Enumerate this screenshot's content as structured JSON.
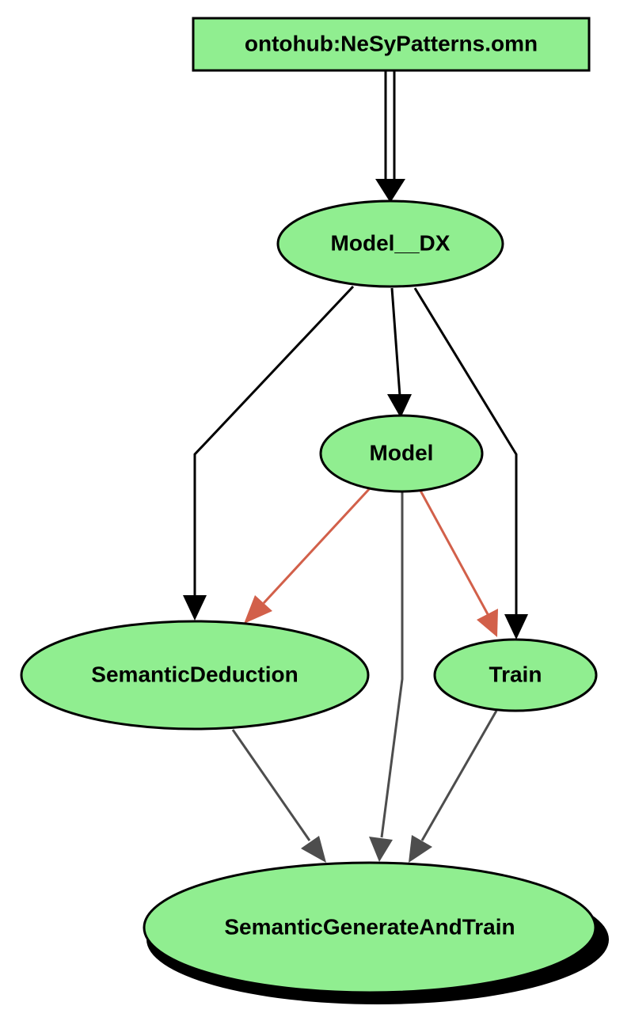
{
  "colors": {
    "node_fill": "#90ee90",
    "node_stroke": "#000000",
    "edge_black": "#000000",
    "edge_red": "#d2604a",
    "edge_gray": "#4d4d4d",
    "shadow": "#000000"
  },
  "nodes": {
    "source": {
      "label": "ontohub:NeSyPatterns.omn",
      "shape": "box"
    },
    "model_dx": {
      "label": "Model__DX",
      "shape": "ellipse"
    },
    "model": {
      "label": "Model",
      "shape": "ellipse"
    },
    "semantic_deduction": {
      "label": "SemanticDeduction",
      "shape": "ellipse"
    },
    "train": {
      "label": "Train",
      "shape": "ellipse"
    },
    "semantic_generate_and_train": {
      "label": "SemanticGenerateAndTrain",
      "shape": "ellipse",
      "shadow": true
    }
  },
  "edges": [
    {
      "from": "source",
      "to": "model_dx",
      "style": "double",
      "color": "edge_black"
    },
    {
      "from": "model_dx",
      "to": "semantic_deduction",
      "color": "edge_black"
    },
    {
      "from": "model_dx",
      "to": "model",
      "color": "edge_black"
    },
    {
      "from": "model_dx",
      "to": "train",
      "color": "edge_black"
    },
    {
      "from": "model",
      "to": "semantic_deduction",
      "color": "edge_red"
    },
    {
      "from": "model",
      "to": "train",
      "color": "edge_red"
    },
    {
      "from": "model",
      "to": "semantic_generate_and_train",
      "color": "edge_gray"
    },
    {
      "from": "semantic_deduction",
      "to": "semantic_generate_and_train",
      "color": "edge_gray"
    },
    {
      "from": "train",
      "to": "semantic_generate_and_train",
      "color": "edge_gray"
    }
  ]
}
